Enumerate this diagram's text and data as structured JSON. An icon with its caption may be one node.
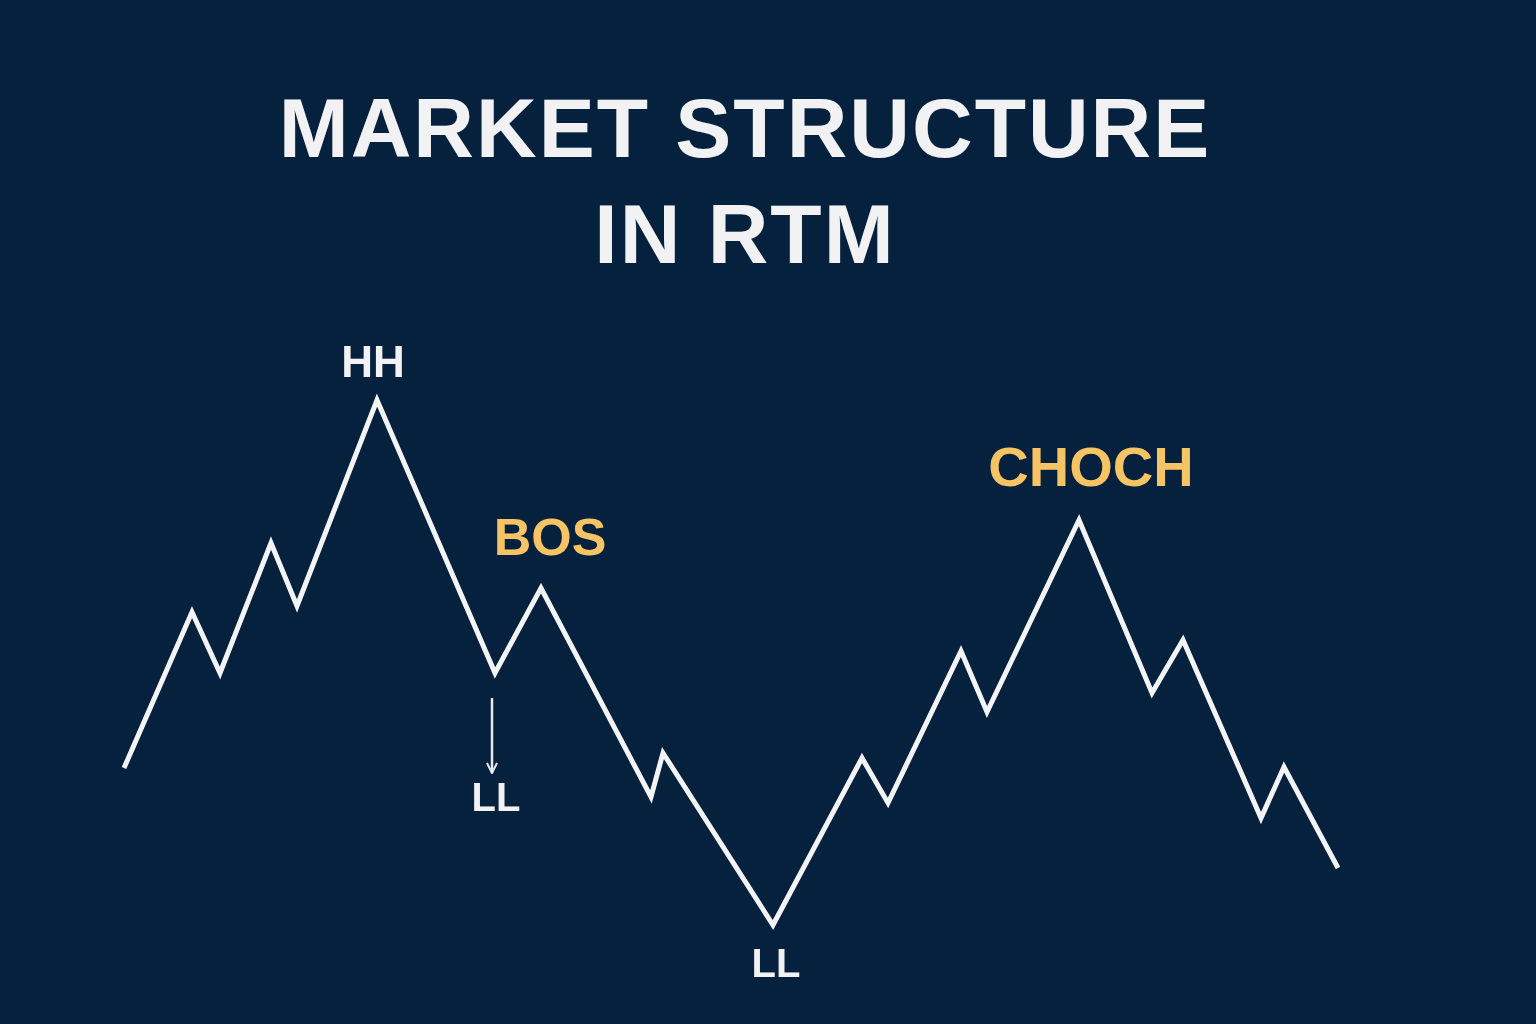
{
  "diagram": {
    "title": "MARKET STRUCTURE IN RTM",
    "nodes": [
      {
        "text": [
          "HH"
        ]
      },
      {
        "text": [
          "CHOCH"
        ]
      },
      {
        "text": [
          "BOS"
        ]
      },
      {
        "text": [
          "LL"
        ]
      },
      {
        "text": [
          "LL"
        ]
      }
    ],
    "edges": [
      {
        "from": null,
        "to": 3,
        "arrow": "to"
      }
    ]
  }
}
